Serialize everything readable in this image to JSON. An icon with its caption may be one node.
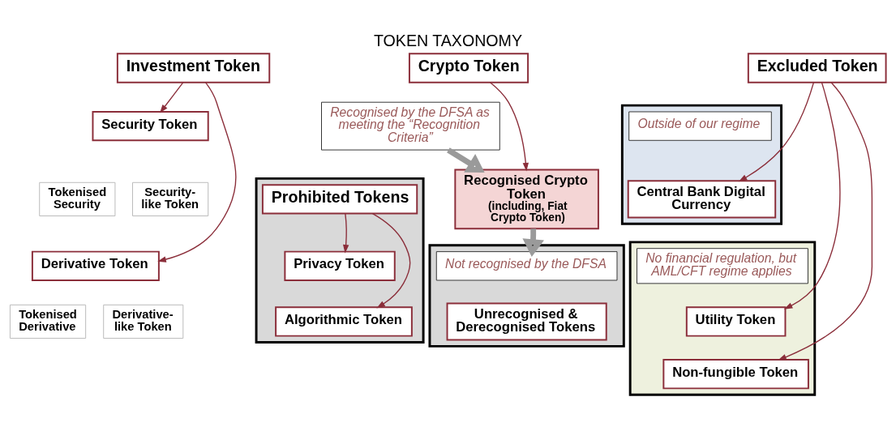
{
  "diagram": {
    "title": "TOKEN TAXONOMY",
    "nodes": [
      {
        "text": [
          "Investment Token"
        ]
      },
      {
        "text": [
          "Security Token"
        ]
      },
      {
        "text": [
          "Tokenised Security"
        ]
      },
      {
        "text": [
          "Security-like Token"
        ]
      },
      {
        "text": [
          "Derivative Token"
        ]
      },
      {
        "text": [
          "Tokenised Derivative"
        ]
      },
      {
        "text": [
          "Derivative-like Token"
        ]
      },
      {
        "text": [
          "Crypto Token"
        ]
      },
      {
        "text": [
          "Recognised by the DFSA as meeting the “Recognition Criteria”"
        ]
      },
      {
        "text": [
          "Recognised Crypto Token",
          "(including, Fiat Crypto Token)"
        ]
      },
      {
        "text": [],
        "shape": "box"
      },
      {
        "text": [
          "Not recognised by the DFSA"
        ],
        "in": 10
      },
      {
        "text": [
          "Unrecognised & Derecognised Tokens"
        ],
        "in": 10
      },
      {
        "text": [],
        "shape": "box"
      },
      {
        "text": [
          "Prohibited Tokens"
        ],
        "in": 13
      },
      {
        "text": [
          "Privacy Token"
        ],
        "in": 13
      },
      {
        "text": [
          "Algorithmic Token"
        ],
        "in": 13
      },
      {
        "text": [
          "Excluded Token"
        ]
      },
      {
        "text": [],
        "shape": "box"
      },
      {
        "text": [
          "Outside of our regime"
        ],
        "in": 18
      },
      {
        "text": [
          "Central Bank Digital Currency"
        ],
        "in": 18
      },
      {
        "text": [],
        "shape": "box"
      },
      {
        "text": [
          "No financial regulation, but AML/CFT regime applies"
        ],
        "in": 21
      },
      {
        "text": [
          "Utility Token"
        ],
        "in": 21
      },
      {
        "text": [
          "Non-fungible Token"
        ],
        "in": 21
      }
    ],
    "edges": [
      {
        "from": 0,
        "to": 1,
        "arrow": "to"
      },
      {
        "from": 0,
        "to": 4,
        "arrow": "to"
      },
      {
        "from": 7,
        "to": 9,
        "arrow": "to"
      },
      {
        "from": 8,
        "to": 9,
        "arrow": "to",
        "style": "thick",
        "color": "#9a9a9a"
      },
      {
        "from": 9,
        "to": 11,
        "arrow": "to",
        "style": "thick",
        "color": "#9a9a9a"
      },
      {
        "from": 14,
        "to": 15,
        "arrow": "to"
      },
      {
        "from": 14,
        "to": 16,
        "arrow": "to"
      },
      {
        "from": 17,
        "to": 20,
        "arrow": "to"
      },
      {
        "from": 17,
        "to": 23,
        "arrow": "to"
      },
      {
        "from": 17,
        "to": 24,
        "arrow": "to"
      }
    ]
  }
}
